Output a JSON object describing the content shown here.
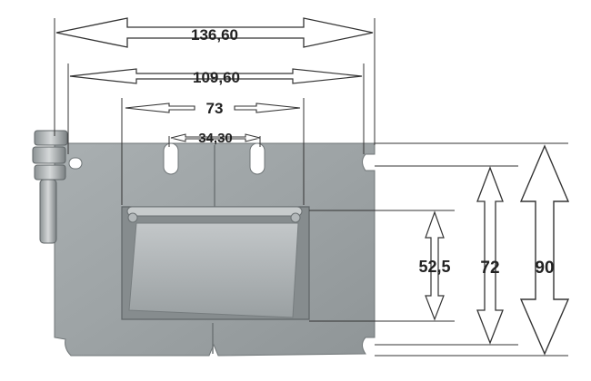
{
  "dimensions": {
    "overall_width": "136,60",
    "hole_spacing": "109,60",
    "cutout_width": "73",
    "slot_spacing": "34,30",
    "handle_height": "52,5",
    "cutout_height": "72",
    "overall_height": "90"
  },
  "colors": {
    "background": "#ffffff",
    "plate": "#9ea4a6",
    "plate_dark": "#7d8385",
    "recess": "#8e9496",
    "handle": "#b4b9bb",
    "dimension_line": "#333333"
  }
}
